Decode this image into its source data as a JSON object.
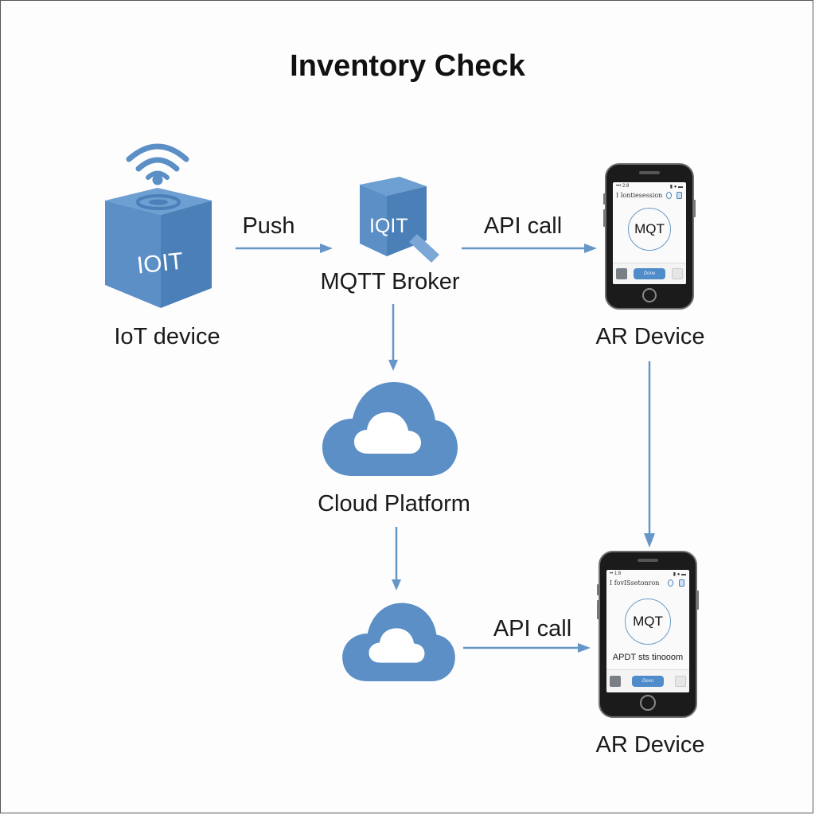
{
  "title": "Inventory Check",
  "colors": {
    "accent": "#5b8fc6",
    "accent_dark": "#3f73a8",
    "arrow": "#6596c7",
    "text": "#1a1a1a"
  },
  "nodes": {
    "iot_device": {
      "label": "IoT device",
      "icon": "iot-cube-wifi-icon",
      "icon_text": "IOIT"
    },
    "mqtt_broker": {
      "label": "MQTT Broker",
      "icon": "broker-cube-icon",
      "icon_text": "IQIT"
    },
    "cloud_platform": {
      "label": "Cloud Platform",
      "icon": "cloud-icon"
    },
    "cloud_secondary": {
      "label": "",
      "icon": "cloud-icon"
    },
    "ar_device_top": {
      "label": "AR Device",
      "icon": "smartphone-icon",
      "screen": {
        "status_left": "••• 2:8",
        "status_right": "▮ ● ▬",
        "app_title": "I lontiesession",
        "center_text": "MQT",
        "sub_text": "",
        "button_label": "Done"
      }
    },
    "ar_device_bottom": {
      "label": "AR Device",
      "icon": "smartphone-icon",
      "screen": {
        "status_left": "•• 1:8",
        "status_right": "▮ ● ▬",
        "app_title": "I fovISsetonron",
        "center_text": "MQT",
        "sub_text": "APDT sts tinooom",
        "button_label": "Devo"
      }
    }
  },
  "edges": [
    {
      "from": "iot_device",
      "to": "mqtt_broker",
      "label": "Push"
    },
    {
      "from": "mqtt_broker",
      "to": "ar_device_top",
      "label": "API call"
    },
    {
      "from": "mqtt_broker",
      "to": "cloud_platform",
      "label": ""
    },
    {
      "from": "cloud_platform",
      "to": "cloud_secondary",
      "label": ""
    },
    {
      "from": "cloud_secondary",
      "to": "ar_device_bottom",
      "label": "API call"
    },
    {
      "from": "ar_device_top",
      "to": "ar_device_bottom",
      "label": ""
    }
  ]
}
